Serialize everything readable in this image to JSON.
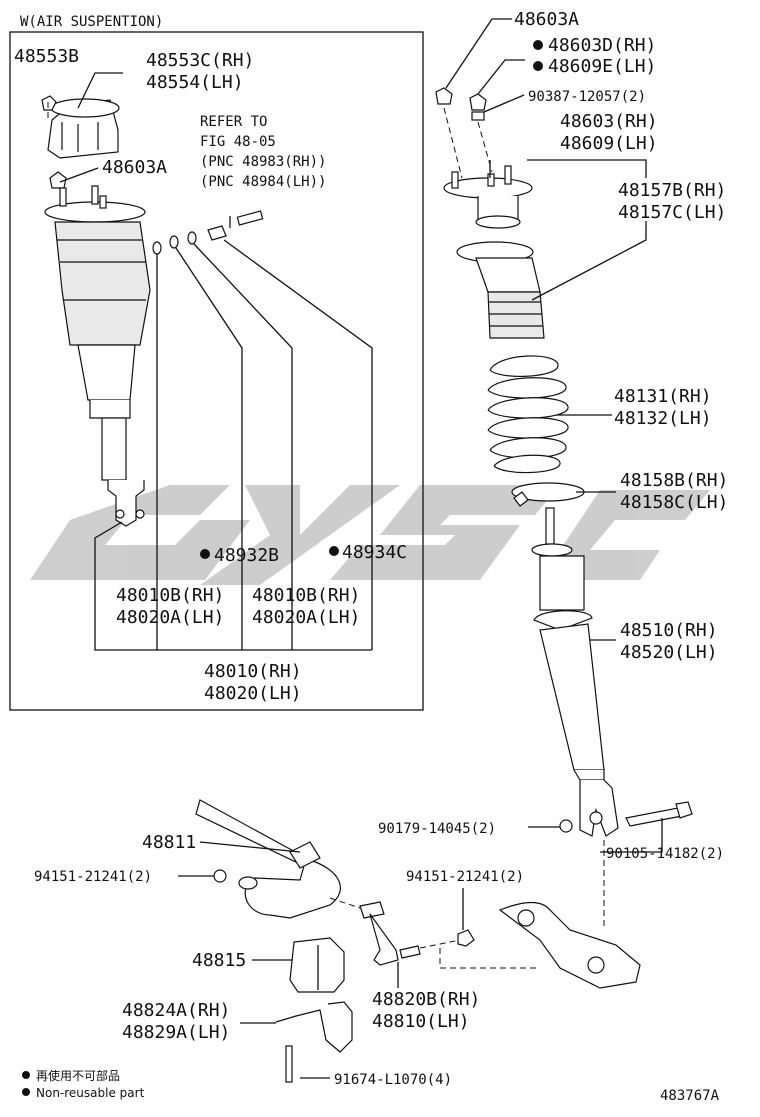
{
  "inset": {
    "title": "W(AIR SUSPENTION)",
    "refer": [
      "REFER TO",
      "FIG 48-05",
      "(PNC 48983(RH))",
      "(PNC 48984(LH))"
    ]
  },
  "labels": {
    "p48553B": "48553B",
    "p48553C": "48553C(RH)",
    "p48554": "48554(LH)",
    "p48603A_inset": "48603A",
    "p48932B": "48932B",
    "p48934C": "48934C",
    "p48010B_a": "48010B(RH)",
    "p48020A_a": "48020A(LH)",
    "p48010B_b": "48010B(RH)",
    "p48020A_b": "48020A(LH)",
    "p48010": "48010(RH)",
    "p48020": "48020(LH)",
    "p48603A": "48603A",
    "p48603D": "48603D(RH)",
    "p48609E": "48609E(LH)",
    "p90387": "90387-12057(2)",
    "p48603": "48603(RH)",
    "p48609": "48609(LH)",
    "p48157B": "48157B(RH)",
    "p48157C": "48157C(LH)",
    "p48131": "48131(RH)",
    "p48132": "48132(LH)",
    "p48158B": "48158B(RH)",
    "p48158C": "48158C(LH)",
    "p48510": "48510(RH)",
    "p48520": "48520(LH)",
    "p90179": "90179-14045(2)",
    "p90105": "90105-14182(2)",
    "p48811": "48811",
    "p94151_left": "94151-21241(2)",
    "p94151_right": "94151-21241(2)",
    "p48815": "48815",
    "p48820B": "48820B(RH)",
    "p48810": "48810(LH)",
    "p48824A": "48824A(RH)",
    "p48829A": "48829A(LH)",
    "p91674": "91674-L1070(4)"
  },
  "legend": {
    "line1": "再使用不可部品",
    "line2": "Non-reusable part"
  },
  "figure_id": "483767A",
  "watermark": "CYSC"
}
